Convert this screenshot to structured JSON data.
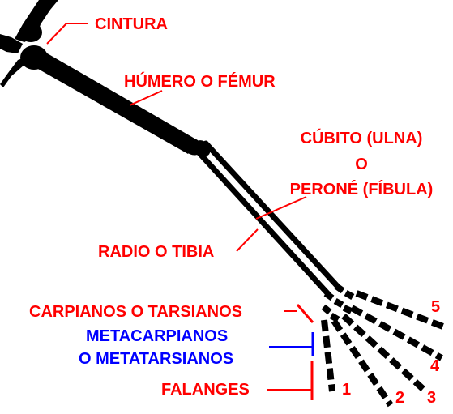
{
  "labels": {
    "cintura": "CINTURA",
    "humero": "HÚMERO O FÉMUR",
    "cubito_line1": "CÚBITO (ULNA)",
    "cubito_line2": "O",
    "cubito_line3": "PERONÉ (FÍBULA)",
    "radio": "RADIO O TIBIA",
    "carpianos": "CARPIANOS O TARSIANOS",
    "metacarpianos_line1": "METACARPIANOS",
    "metacarpianos_line2": "O METATARSIANOS",
    "falanges": "FALANGES"
  },
  "digits": [
    "1",
    "2",
    "3",
    "4",
    "5"
  ],
  "colors": {
    "bone": "#000000",
    "label_red": "#ff0000",
    "label_blue": "#0000ff",
    "background": "#ffffff"
  }
}
